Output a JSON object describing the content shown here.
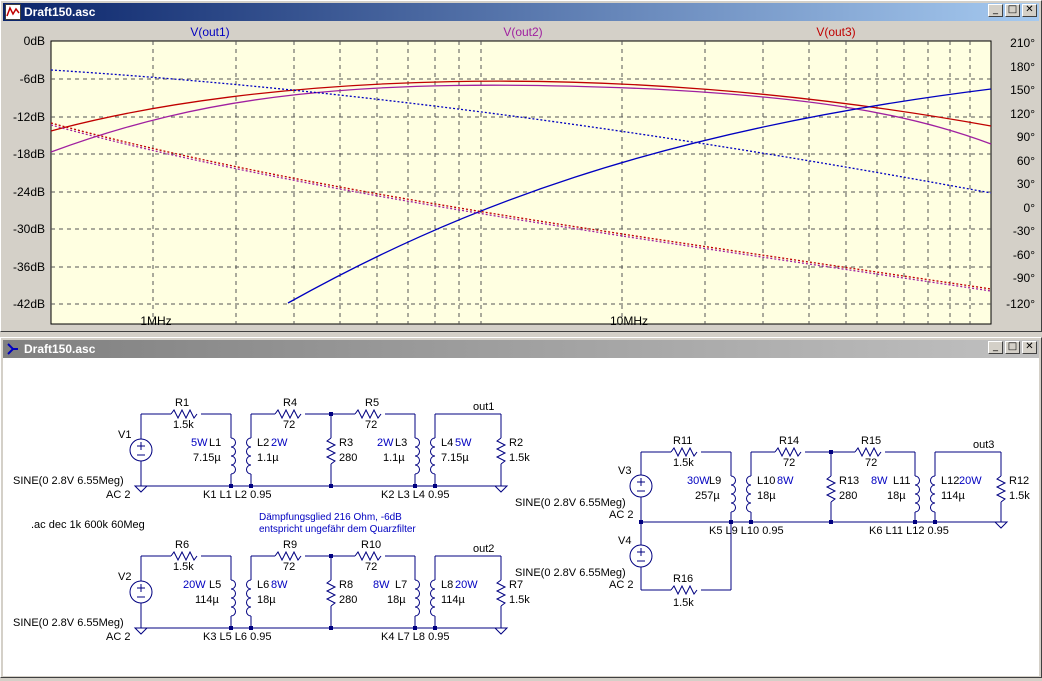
{
  "plot_window": {
    "title": "Draft150.asc",
    "buttons": [
      "_",
      "□",
      "✕"
    ],
    "traces": [
      {
        "label": "V(out1)",
        "color": "#0000c0"
      },
      {
        "label": "V(out2)",
        "color": "#a020a0"
      },
      {
        "label": "V(out3)",
        "color": "#c00000"
      }
    ],
    "y_left_ticks": [
      "0dB",
      "-6dB",
      "-12dB",
      "-18dB",
      "-24dB",
      "-30dB",
      "-36dB",
      "-42dB"
    ],
    "y_right_ticks": [
      "210°",
      "180°",
      "150°",
      "120°",
      "90°",
      "60°",
      "30°",
      "0°",
      "-30°",
      "-60°",
      "-90°",
      "-120°"
    ],
    "x_ticks": [
      "1MHz",
      "10MHz"
    ]
  },
  "schematic_window": {
    "title": "Draft150.asc",
    "buttons": [
      "_",
      "□",
      "✕"
    ],
    "sources": [
      {
        "name": "V1",
        "spec": "SINE(0 2.8V 6.55Meg)",
        "ac": "AC 2"
      },
      {
        "name": "V2",
        "spec": "SINE(0 2.8V 6.55Meg)",
        "ac": "AC 2"
      },
      {
        "name": "V3",
        "spec": "SINE(0 2.8V 6.55Meg)",
        "ac": "AC 2"
      },
      {
        "name": "V4",
        "spec": "SINE(0 2.8V 6.55Meg)",
        "ac": "AC 2"
      }
    ],
    "directive": ".ac dec 1k 600k 60Meg",
    "comment1": "Dämpfungsglied 216 Ohm, -6dB",
    "comment2": "entspricht ungefähr dem Quarzfilter",
    "nets": [
      "out1",
      "out2",
      "out3"
    ],
    "r": {
      "R1": "R1",
      "R1v": "1.5k",
      "R2": "R2",
      "R2v": "1.5k",
      "R3": "R3",
      "R3v": "280",
      "R4": "R4",
      "R4v": "72",
      "R5": "R5",
      "R5v": "72",
      "R6": "R6",
      "R6v": "1.5k",
      "R7": "R7",
      "R7v": "1.5k",
      "R8": "R8",
      "R8v": "280",
      "R9": "R9",
      "R9v": "72",
      "R10": "R10",
      "R10v": "72",
      "R11": "R11",
      "R11v": "1.5k",
      "R12": "R12",
      "R12v": "1.5k",
      "R13": "R13",
      "R13v": "280",
      "R14": "R14",
      "R14v": "72",
      "R15": "R15",
      "R15v": "72",
      "R16": "R16",
      "R16v": "1.5k"
    },
    "l": {
      "L1": "L1",
      "L1w": "5W",
      "L1v": "7.15µ",
      "L2": "L2",
      "L2w": "2W",
      "L2v": "1.1µ",
      "L3": "L3",
      "L3w": "2W",
      "L3v": "1.1µ",
      "L4": "L4",
      "L4w": "5W",
      "L4v": "7.15µ",
      "L5": "L5",
      "L5w": "20W",
      "L5v": "114µ",
      "L6": "L6",
      "L6w": "8W",
      "L6v": "18µ",
      "L7": "L7",
      "L7w": "8W",
      "L7v": "18µ",
      "L8": "L8",
      "L8w": "20W",
      "L8v": "114µ",
      "L9": "L9",
      "L9w": "30W",
      "L9v": "257µ",
      "L10": "L10",
      "L10w": "8W",
      "L10v": "18µ",
      "L11": "L11",
      "L11w": "8W",
      "L11v": "18µ",
      "L12": "L12",
      "L12w": "20W",
      "L12v": "114µ"
    },
    "couplings": [
      "K1 L1 L2 0.95",
      "K2 L3 L4 0.95",
      "K3 L5 L6 0.95",
      "K4 L7 L8 0.95",
      "K5 L9 L10 0.95",
      "K6 L11 L12 0.95"
    ]
  }
}
